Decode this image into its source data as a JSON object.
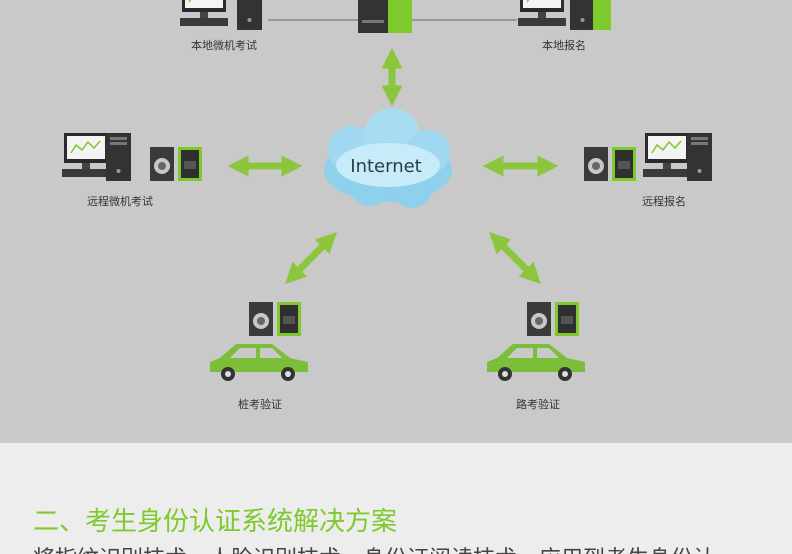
{
  "diagram": {
    "cloud_label": "Internet",
    "nodes": {
      "local_exam": "本地微机考试",
      "local_signup": "本地报名",
      "remote_exam": "远程微机考试",
      "remote_signup": "远程报名",
      "stake_verify": "桩考验证",
      "road_verify": "路考验证"
    }
  },
  "section": {
    "heading": "二、考生身份认证系统解决方案",
    "intro": "将指纹识别技术、人脸识别技术、身份证阅读技术，应用到考生身份认"
  },
  "colors": {
    "accent_green": "#7ec92b",
    "arrow_green": "#8cc63f",
    "car_green": "#7cbd3a",
    "background_gray": "#c9c9c9"
  }
}
